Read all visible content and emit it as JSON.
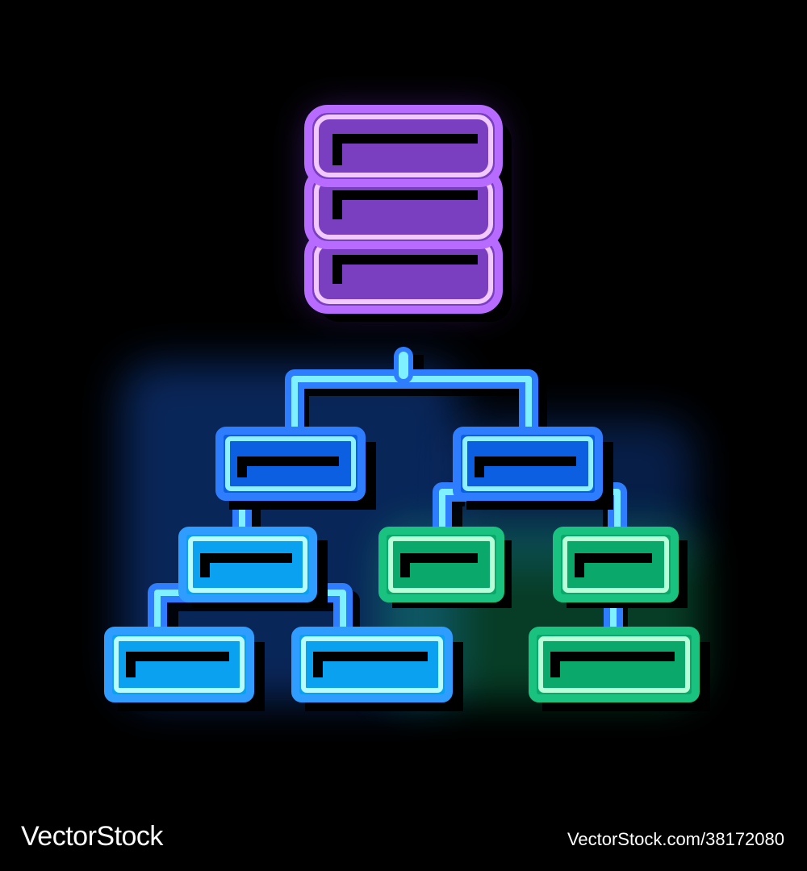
{
  "illustration": {
    "icon": "database-hierarchy-tree-icon",
    "style": "neon glow",
    "colors": {
      "background": "#000000",
      "database_stroke": "#e08cff",
      "database_fill": "#7a3fc1",
      "tree_stroke": "#2f7dff",
      "tree_light_stroke": "#7ef0ff",
      "tree_fill_dark": "#0b5fe0",
      "tree_fill_light": "#0aa2f0",
      "leaf_stroke": "#7ff0b8",
      "leaf_fill": "#0aa86a",
      "shadow": "#000000"
    }
  },
  "footer": {
    "brand": "VectorStock",
    "image_id": "VectorStock.com/38172080"
  }
}
